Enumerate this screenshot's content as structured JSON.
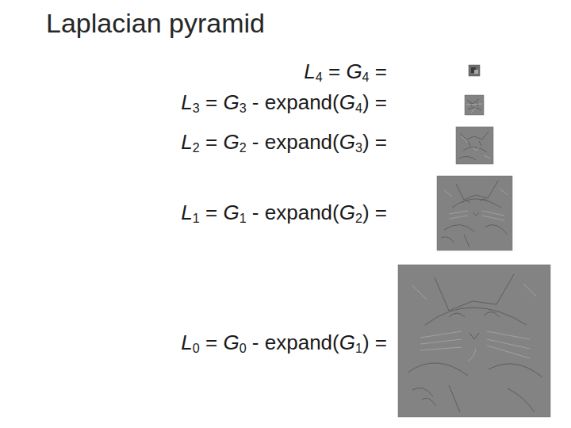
{
  "diagram": {
    "title": "Laplacian pyramid",
    "labels": [
      "L4 = G4 =",
      "L3 = G3 - expand(G4) =",
      "L2 = G2 - expand(G3) =",
      "L1 = G1 - expand(G2) =",
      "L0 = G0 - expand(G1) ="
    ]
  }
}
